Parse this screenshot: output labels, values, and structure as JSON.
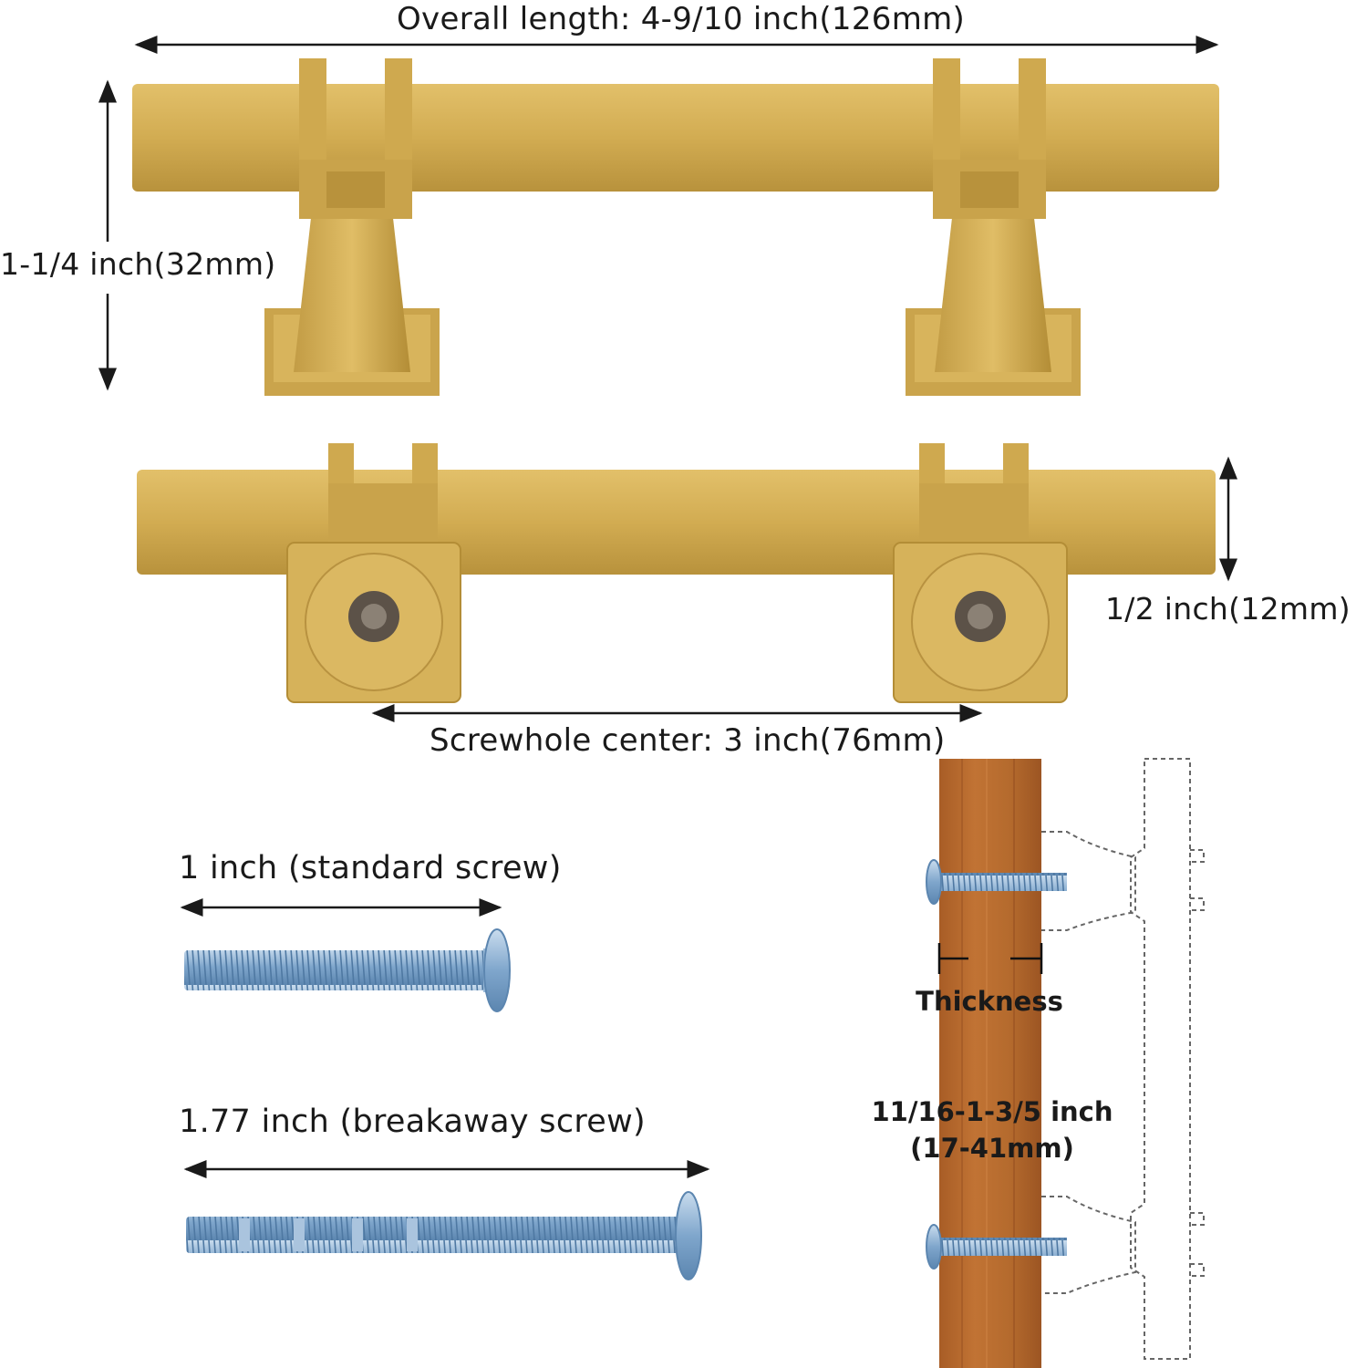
{
  "dimensions": {
    "overall_length": "Overall length: 4-9/10 inch(126mm)",
    "height": "1-1/4 inch(32mm)",
    "thickness_bar": "1/2 inch(12mm)",
    "screwhole_center": "Screwhole center: 3 inch(76mm)"
  },
  "screws": {
    "standard": "1 inch (standard screw)",
    "breakaway": "1.77 inch (breakaway screw)"
  },
  "install": {
    "thickness_label": "Thickness",
    "range_line1": "11/16-1-3/5 inch",
    "range_line2": "(17-41mm)"
  },
  "colors": {
    "gold": "#d2ac52",
    "gold_dark": "#b38d36",
    "wood": "#b86a2e",
    "screw": "#8fb3d6"
  }
}
